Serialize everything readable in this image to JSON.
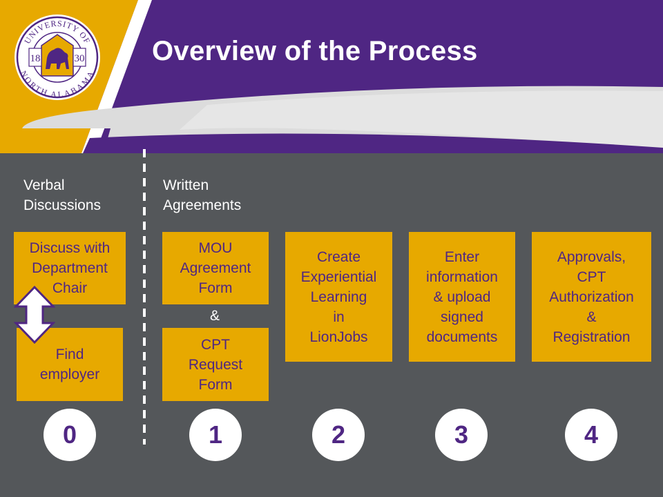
{
  "title": "Overview of the Process",
  "logo": {
    "top_text": "UNIVERSITY OF",
    "bottom_text": "NORTH ALABAMA",
    "year_left": "18",
    "year_right": "30"
  },
  "sections": [
    {
      "label": "Verbal\nDiscussions"
    },
    {
      "label": "Written\nAgreements"
    }
  ],
  "boxes": [
    {
      "text": "Discuss with\nDepartment\nChair"
    },
    {
      "text": "Find\nemployer"
    },
    {
      "text": "MOU\nAgreement\nForm"
    },
    {
      "text": "CPT\nRequest\nForm"
    },
    {
      "text": "Create\nExperiential\nLearning\nin\nLionJobs"
    },
    {
      "text": "Enter\ninformation\n& upload\nsigned\ndocuments"
    },
    {
      "text": "Approvals,\nCPT\nAuthorization\n&\nRegistration"
    }
  ],
  "ampersand": "&",
  "steps": [
    "0",
    "1",
    "2",
    "3",
    "4"
  ],
  "colors": {
    "purple": "#4f2683",
    "gold": "#e7a900",
    "gray": "#54575a",
    "white": "#ffffff"
  },
  "icons": [
    "double-arrow-icon",
    "university-seal-icon"
  ]
}
